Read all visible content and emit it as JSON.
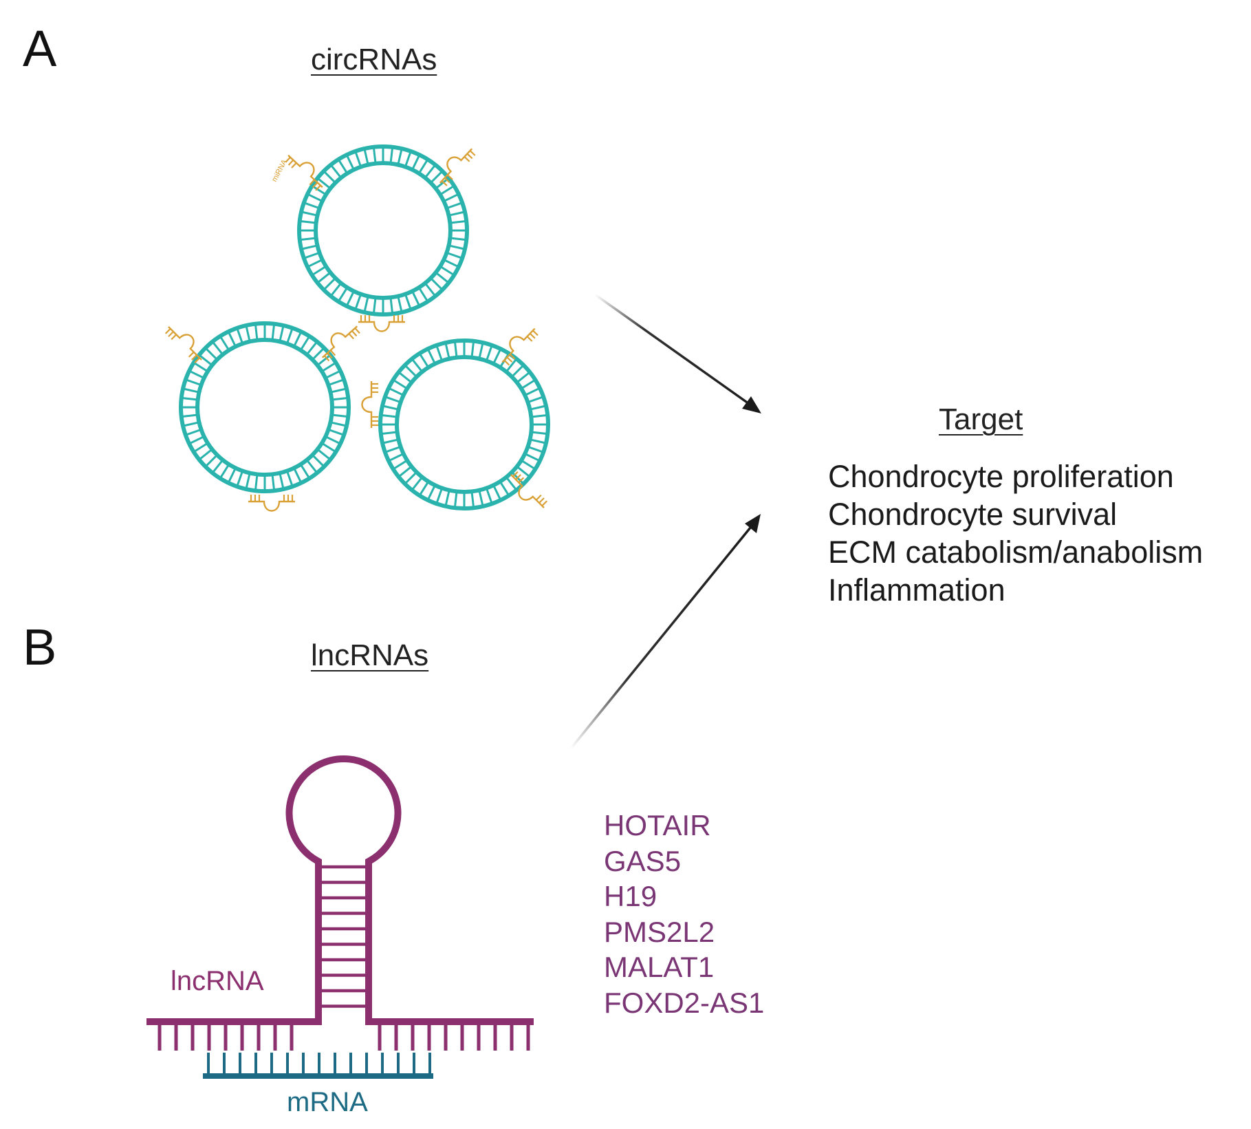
{
  "panel_a": {
    "letter": "A",
    "heading": "circRNAs"
  },
  "panel_b": {
    "letter": "B",
    "heading": "lncRNAs"
  },
  "target": {
    "heading": "Target",
    "items": [
      "Chondrocyte proliferation",
      "Chondrocyte survival",
      "ECM catabolism/anabolism",
      "Inflammation"
    ]
  },
  "lncrna_list": [
    "HOTAIR",
    "GAS5",
    "H19",
    "PMS2L2",
    "MALAT1",
    "FOXD2-AS1"
  ],
  "hairpin_labels": {
    "lncrna": "lncRNA",
    "mrna": "mRNA",
    "mirna_tag": "miRNA"
  },
  "colors": {
    "circ_teal": "#2ab3ad",
    "mirna_orange": "#d9a035",
    "lnc_purple": "#8b2f6e",
    "mrna_teal": "#1c6a84",
    "list_purple": "#7a3575",
    "arrow": "#1a1a1a"
  }
}
